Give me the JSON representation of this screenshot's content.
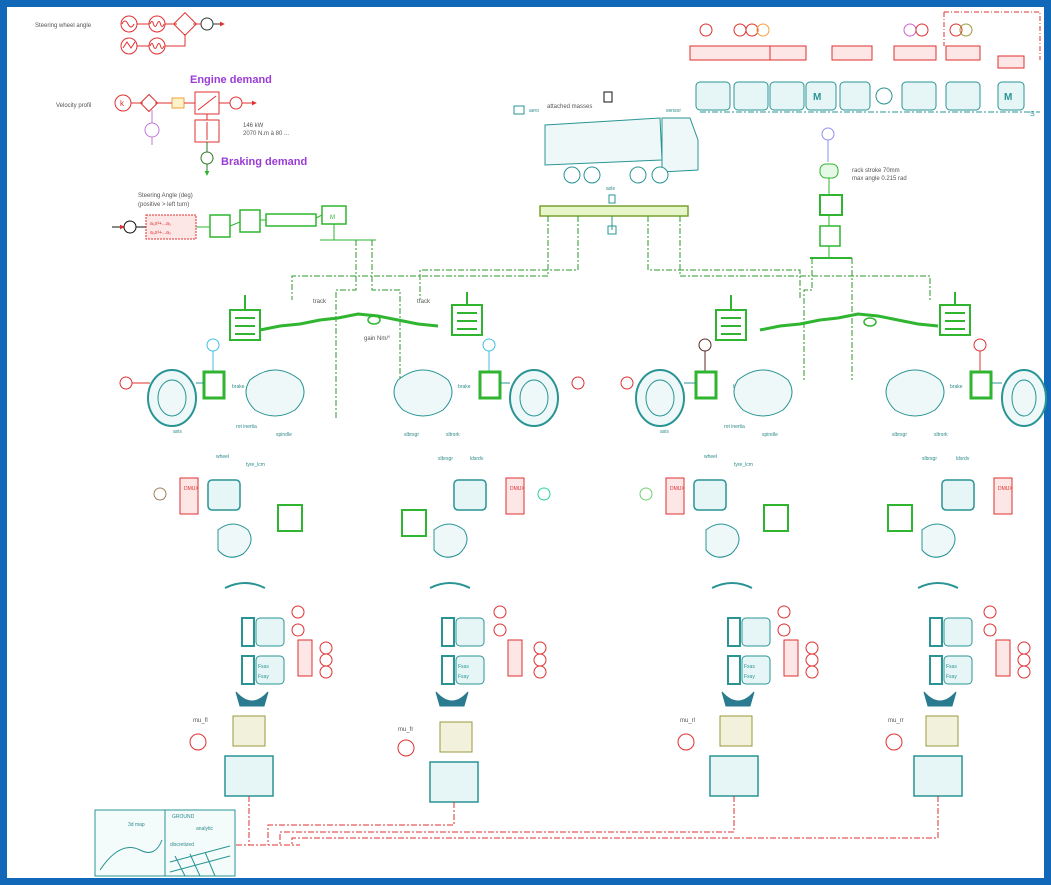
{
  "labels": {
    "steering_wheel_angle": "Steering wheel angle",
    "velocity_profil": "Velocity profil",
    "engine_demand": "Engine demand",
    "braking_demand": "Braking demand",
    "engine_power": "146 kW",
    "engine_torque": "2070 N.m à 80 ...",
    "steering_angle_1": "Steering Angle (deg)",
    "steering_angle_2": "(positive > left turn)",
    "aero": "aero",
    "attached_masses": "attached masses",
    "sensor": "sensor",
    "axle": "axle",
    "rack_stroke": "rack stroke 70mm",
    "max_angle": "max angle 0.215 rad",
    "track_left": "track",
    "track_right": "track",
    "gain_nmdeg": "gain Nm/°",
    "brake": "brake",
    "axis": "axis",
    "rot_inertia": "rot inertia",
    "spindle": "spindle",
    "wheel": "wheel",
    "tyre_lcm": "tyre_lcm",
    "bigsteer": "slbrsgr",
    "sltrork": "sltrork",
    "ldsrdv": "ldsrdv",
    "dmux": "DMUX",
    "fxas": "Fxas",
    "fxay": "Fxay",
    "mu_fl": "mu_fl",
    "mu_fr": "mu_fr",
    "mu_rl": "mu_rl",
    "mu_rr": "mu_rr",
    "ground": "GROUND",
    "map3d": "3d map",
    "analytic": "analytic",
    "discretized": "discretized",
    "edge_s": "S"
  },
  "colors": {
    "frame": "#1168b8",
    "signal_red": "#e03030",
    "mechanical_green": "#2fb52f",
    "chassis_teal": "#2a9494",
    "olive": "#9a9a3c",
    "purple": "#9b3bd6",
    "orange": "#f0a040"
  }
}
